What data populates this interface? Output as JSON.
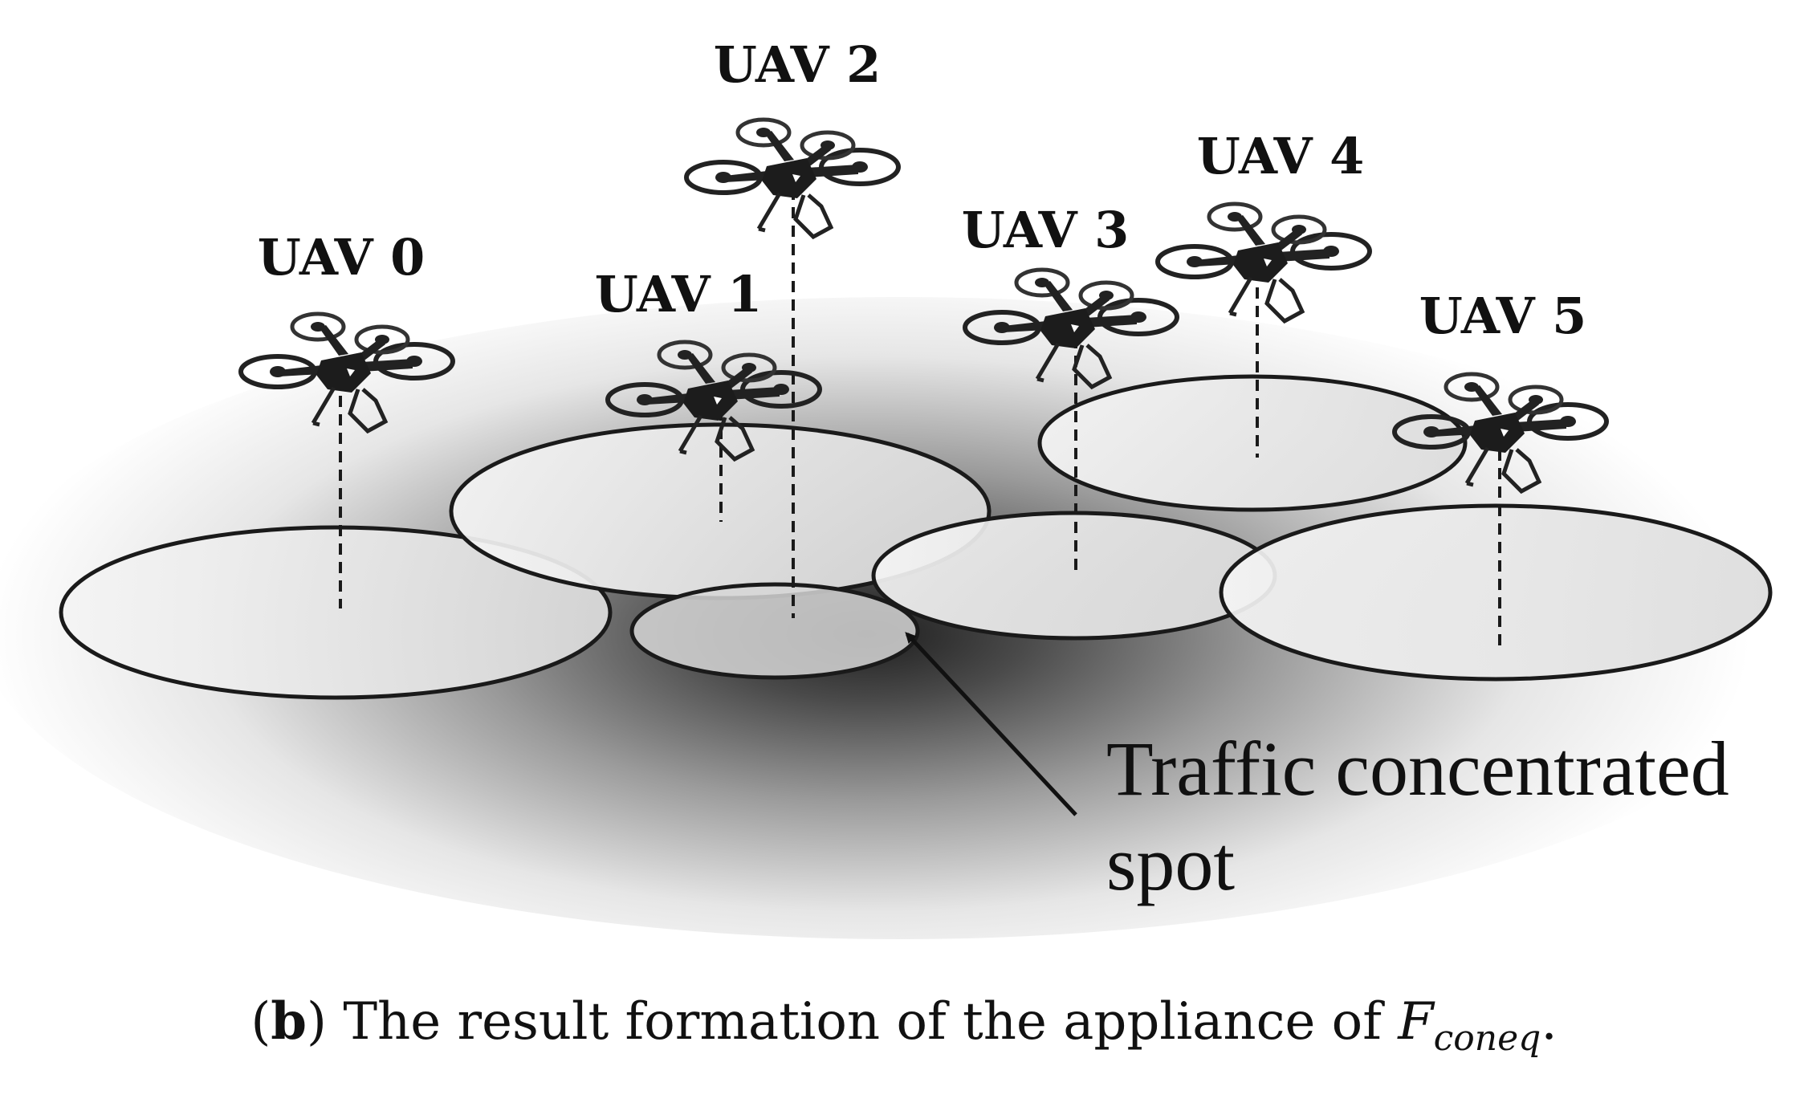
{
  "uavs": [
    {
      "id": 0,
      "label": "UAV 0"
    },
    {
      "id": 1,
      "label": "UAV 1"
    },
    {
      "id": 2,
      "label": "UAV 2"
    },
    {
      "id": 3,
      "label": "UAV 3"
    },
    {
      "id": 4,
      "label": "UAV 4"
    },
    {
      "id": 5,
      "label": "UAV 5"
    }
  ],
  "annotation": {
    "line1": "Traffic concentrated",
    "line2": "spot"
  },
  "caption": {
    "open": "(",
    "letter": "b",
    "close": ")",
    "text": " The result formation of the appliance of ",
    "symbol": "F",
    "subscript": "coneq",
    "end": "."
  },
  "icons": [
    "quadcopter-drone-icon"
  ],
  "colors": {
    "ink": "#111111",
    "coverage_fill": "#ededed",
    "shadow_center": "#2a2a2a"
  }
}
